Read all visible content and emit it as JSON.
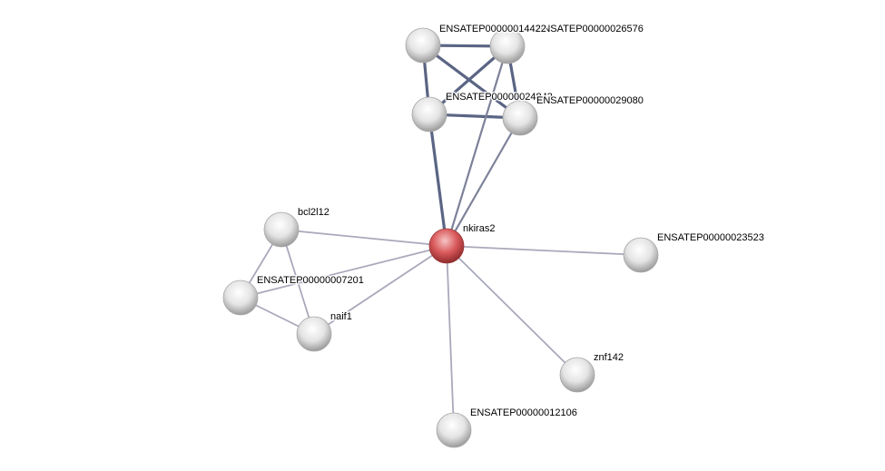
{
  "network": {
    "center_color": "#d9534f",
    "node_color": "#e8e8e8",
    "nodes": [
      {
        "id": "nkiras2",
        "label": "nkiras2",
        "query": true
      },
      {
        "id": "e14422",
        "label": "ENSATEP00000014422"
      },
      {
        "id": "e26576",
        "label": "ENSATEP00000026576"
      },
      {
        "id": "e24843",
        "label": "ENSATEP00000024843"
      },
      {
        "id": "e29080",
        "label": "ENSATEP00000029080"
      },
      {
        "id": "bcl2l12",
        "label": "bcl2l12"
      },
      {
        "id": "e07201",
        "label": "ENSATEP00000007201"
      },
      {
        "id": "naif1",
        "label": "naif1"
      },
      {
        "id": "e23523",
        "label": "ENSATEP00000023523"
      },
      {
        "id": "znf142",
        "label": "znf142"
      },
      {
        "id": "e12106",
        "label": "ENSATEP00000012106"
      }
    ],
    "edges": [
      {
        "a": "e14422",
        "b": "e26576",
        "strength": "strong"
      },
      {
        "a": "e14422",
        "b": "e24843",
        "strength": "strong"
      },
      {
        "a": "e14422",
        "b": "e29080",
        "strength": "strong"
      },
      {
        "a": "e26576",
        "b": "e24843",
        "strength": "strong"
      },
      {
        "a": "e26576",
        "b": "e29080",
        "strength": "strong"
      },
      {
        "a": "e24843",
        "b": "e29080",
        "strength": "strong"
      },
      {
        "a": "e24843",
        "b": "nkiras2",
        "strength": "strong"
      },
      {
        "a": "e26576",
        "b": "nkiras2",
        "strength": "medium"
      },
      {
        "a": "e29080",
        "b": "nkiras2",
        "strength": "medium"
      },
      {
        "a": "bcl2l12",
        "b": "nkiras2",
        "strength": "weak"
      },
      {
        "a": "e07201",
        "b": "nkiras2",
        "strength": "weak"
      },
      {
        "a": "naif1",
        "b": "nkiras2",
        "strength": "weak"
      },
      {
        "a": "bcl2l12",
        "b": "e07201",
        "strength": "weak"
      },
      {
        "a": "bcl2l12",
        "b": "naif1",
        "strength": "weak"
      },
      {
        "a": "e07201",
        "b": "naif1",
        "strength": "weak"
      },
      {
        "a": "e23523",
        "b": "nkiras2",
        "strength": "weak"
      },
      {
        "a": "znf142",
        "b": "nkiras2",
        "strength": "weak"
      },
      {
        "a": "e12106",
        "b": "nkiras2",
        "strength": "weak"
      }
    ]
  }
}
